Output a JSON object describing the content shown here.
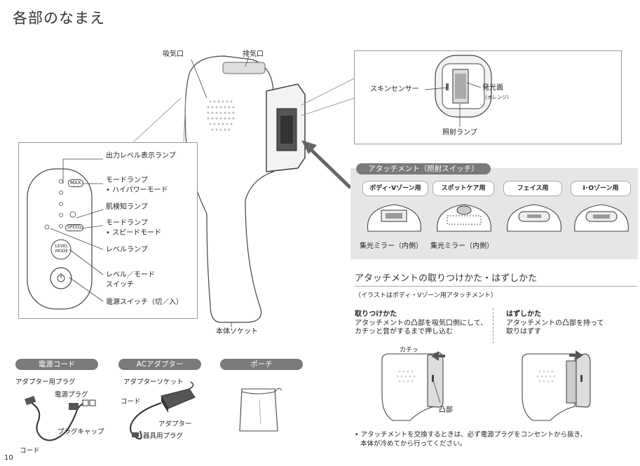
{
  "page_title": "各部のなまえ",
  "page_number": "10",
  "main_labels": {
    "intake": "吸気口",
    "exhaust": "排気口",
    "body_socket": "本体ソケット"
  },
  "inset": {
    "skin_sensor": "スキンセンサー",
    "light_surface": "発光面",
    "light_surface_note": "（オレンジ）",
    "irradiation_lamp": "照射ランプ"
  },
  "control_panel": {
    "max_label": "MAX",
    "speed_label": "SPEED",
    "level_mode_label": "LEVEL MODE",
    "callouts": [
      "出力レベル表示ランプ",
      "モードランプ",
      "• ハイパワーモード",
      "肌検知ランプ",
      "モードランプ",
      "• スピードモード",
      "レベルランプ",
      "レベル／モード",
      "スイッチ",
      "電源スイッチ（切／入）"
    ]
  },
  "attachments": {
    "header": "アタッチメント（照射スイッチ）",
    "items": [
      "ボディ･Vゾーン用",
      "スポットケア用",
      "フェイス用",
      "I･Oゾーン用"
    ],
    "mirror_labels": [
      "集光ミラー（内側）",
      "集光ミラー（内側）"
    ]
  },
  "howto": {
    "heading": "アタッチメントの取りつけかた・はずしかた",
    "subheading": "（イラストはボディ・Vゾーン用アタッチメント）",
    "attach_title": "取りつけかた",
    "attach_line1": "アタッチメントの凸部を吸気口側にして、",
    "attach_line2": "カチッと音がするまで押し込む",
    "detach_title": "はずしかた",
    "detach_line1": "アタッチメントの凸部を持って",
    "detach_line2": "取りはずす",
    "click_sound": "カチッ",
    "protrusion": "凸部",
    "note_line1": "• アタッチメントを交換するときは、必ず電源プラグをコンセントから抜き、",
    "note_line2": "本体が冷めてから行ってください。"
  },
  "accessories": {
    "cord": {
      "header": "電源コード",
      "adapter_plug": "アダプター用プラグ",
      "power_plug": "電源プラグ",
      "plug_cap": "プラグキャップ",
      "cord": "コード"
    },
    "ac_adapter": {
      "header": "ACアダプター",
      "adapter_socket": "アダプターソケット",
      "cord": "コード",
      "adapter": "アダプター",
      "device_plug": "器具用プラグ"
    },
    "pouch": {
      "header": "ポーチ"
    }
  }
}
